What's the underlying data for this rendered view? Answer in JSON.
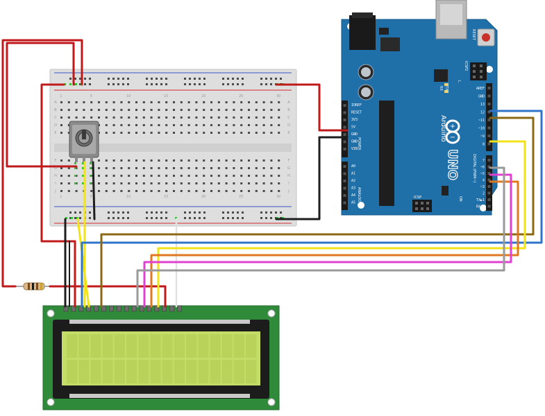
{
  "arduino": {
    "brand": "Arduino",
    "model": "UNO",
    "reset": "RESET",
    "icsp2": "ICSP2",
    "icsp": "ICSP",
    "tx": "TX",
    "rx": "RX",
    "l": "L",
    "on": "ON",
    "power": "POWER",
    "analog_in": "ANALOG IN",
    "digital": "DIGITAL (PWM~)",
    "power_pins": [
      "IOREF",
      "RESET",
      "3V3",
      "5V",
      "GND",
      "GND",
      "VIN"
    ],
    "analog_pins": [
      "A0",
      "A1",
      "A2",
      "A3",
      "A4",
      "A5"
    ],
    "digital_top_pins": [
      "AREF",
      "GND",
      "13",
      "12",
      "~11",
      "~10",
      "~9",
      "8"
    ],
    "digital_bottom_pins": [
      "7",
      "~6",
      "~5",
      "4",
      "~3",
      "2",
      "TX▶1",
      "RX◀0"
    ]
  },
  "breadboard": {
    "col_numbers": [
      "1",
      "5",
      "10",
      "15",
      "20",
      "25",
      "30"
    ],
    "row_letters_top": [
      "A",
      "B",
      "C",
      "D",
      "E"
    ],
    "row_letters_bottom": [
      "F",
      "G",
      "H",
      "I",
      "J"
    ]
  },
  "colors": {
    "board_blue": "#1f6fa8",
    "wire_red": "#c0191b",
    "wire_black": "#1e1e1e",
    "wire_yellow": "#f2e218",
    "wire_brown": "#8b6914",
    "wire_blue": "#2f74c8",
    "wire_orange": "#e07820",
    "wire_magenta": "#e040d0",
    "wire_gray": "#9a9a9a",
    "wire_white": "#f0f0f0",
    "lcd_green": "#2f8a3a",
    "lcd_screen": "#c4dd66"
  }
}
